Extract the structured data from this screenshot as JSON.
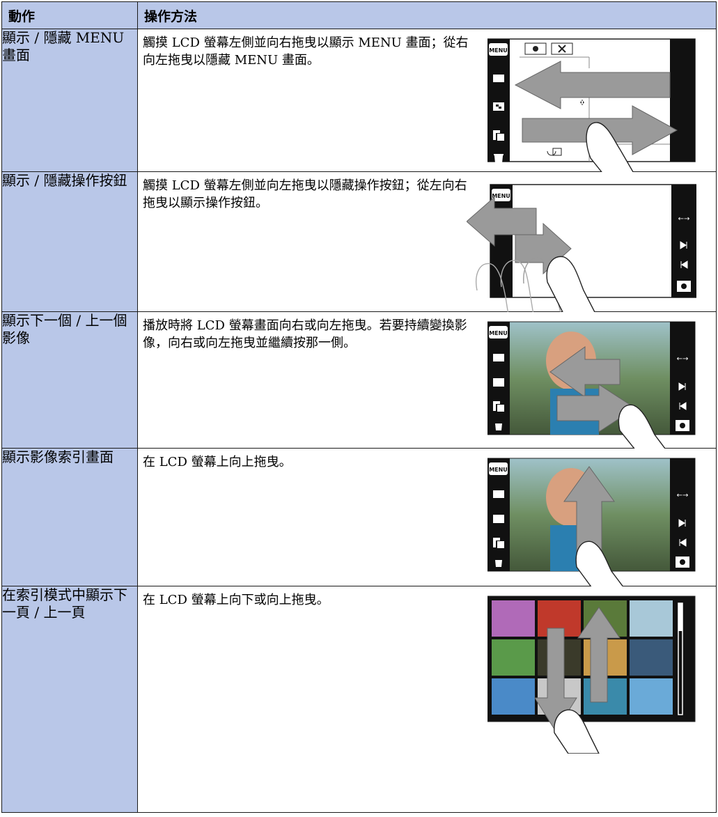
{
  "header": {
    "col_action": "動作",
    "col_method": "操作方法"
  },
  "rows": [
    {
      "action": "顯示 / 隱藏 MENU 畫面",
      "method": "觸摸 LCD 螢幕左側並向右拖曳以顯示 MENU 畫面；從右向左拖曳以隱藏 MENU 畫面。",
      "illustration": "menu-swipe-illustration"
    },
    {
      "action": "顯示 / 隱藏操作按鈕",
      "method": "觸摸 LCD 螢幕左側並向左拖曳以隱藏操作按鈕；從左向右拖曳以顯示操作按鈕。",
      "illustration": "buttons-swipe-illustration"
    },
    {
      "action": "顯示下一個 / 上一個影像",
      "method": "播放時將 LCD 螢幕畫面向右或向左拖曳。若要持續變換影像，向右或向左拖曳並繼續按那一側。",
      "illustration": "next-prev-swipe-illustration"
    },
    {
      "action": "顯示影像索引畫面",
      "method": "在 LCD 螢幕上向上拖曳。",
      "illustration": "index-swipe-up-illustration"
    },
    {
      "action": "在索引模式中顯示下一頁 / 上一頁",
      "method": "在 LCD 螢幕上向下或向上拖曳。",
      "illustration": "index-page-swipe-illustration"
    }
  ],
  "screen_labels": {
    "menu_button": "MENU"
  },
  "icons": [
    "gear-icon",
    "close-icon",
    "index-icon",
    "grid-icon",
    "slideshow-icon",
    "trash-icon",
    "rotate-icon",
    "swap-arrows-icon",
    "next-icon",
    "prev-icon",
    "camera-icon",
    "finger-icon",
    "arrow-left-icon",
    "arrow-right-icon",
    "arrow-up-icon",
    "arrow-down-icon"
  ],
  "colors": {
    "header_bg": "#b9c7e8",
    "arrow_fill": "#9a9a9a",
    "screen_bar": "#111111"
  }
}
